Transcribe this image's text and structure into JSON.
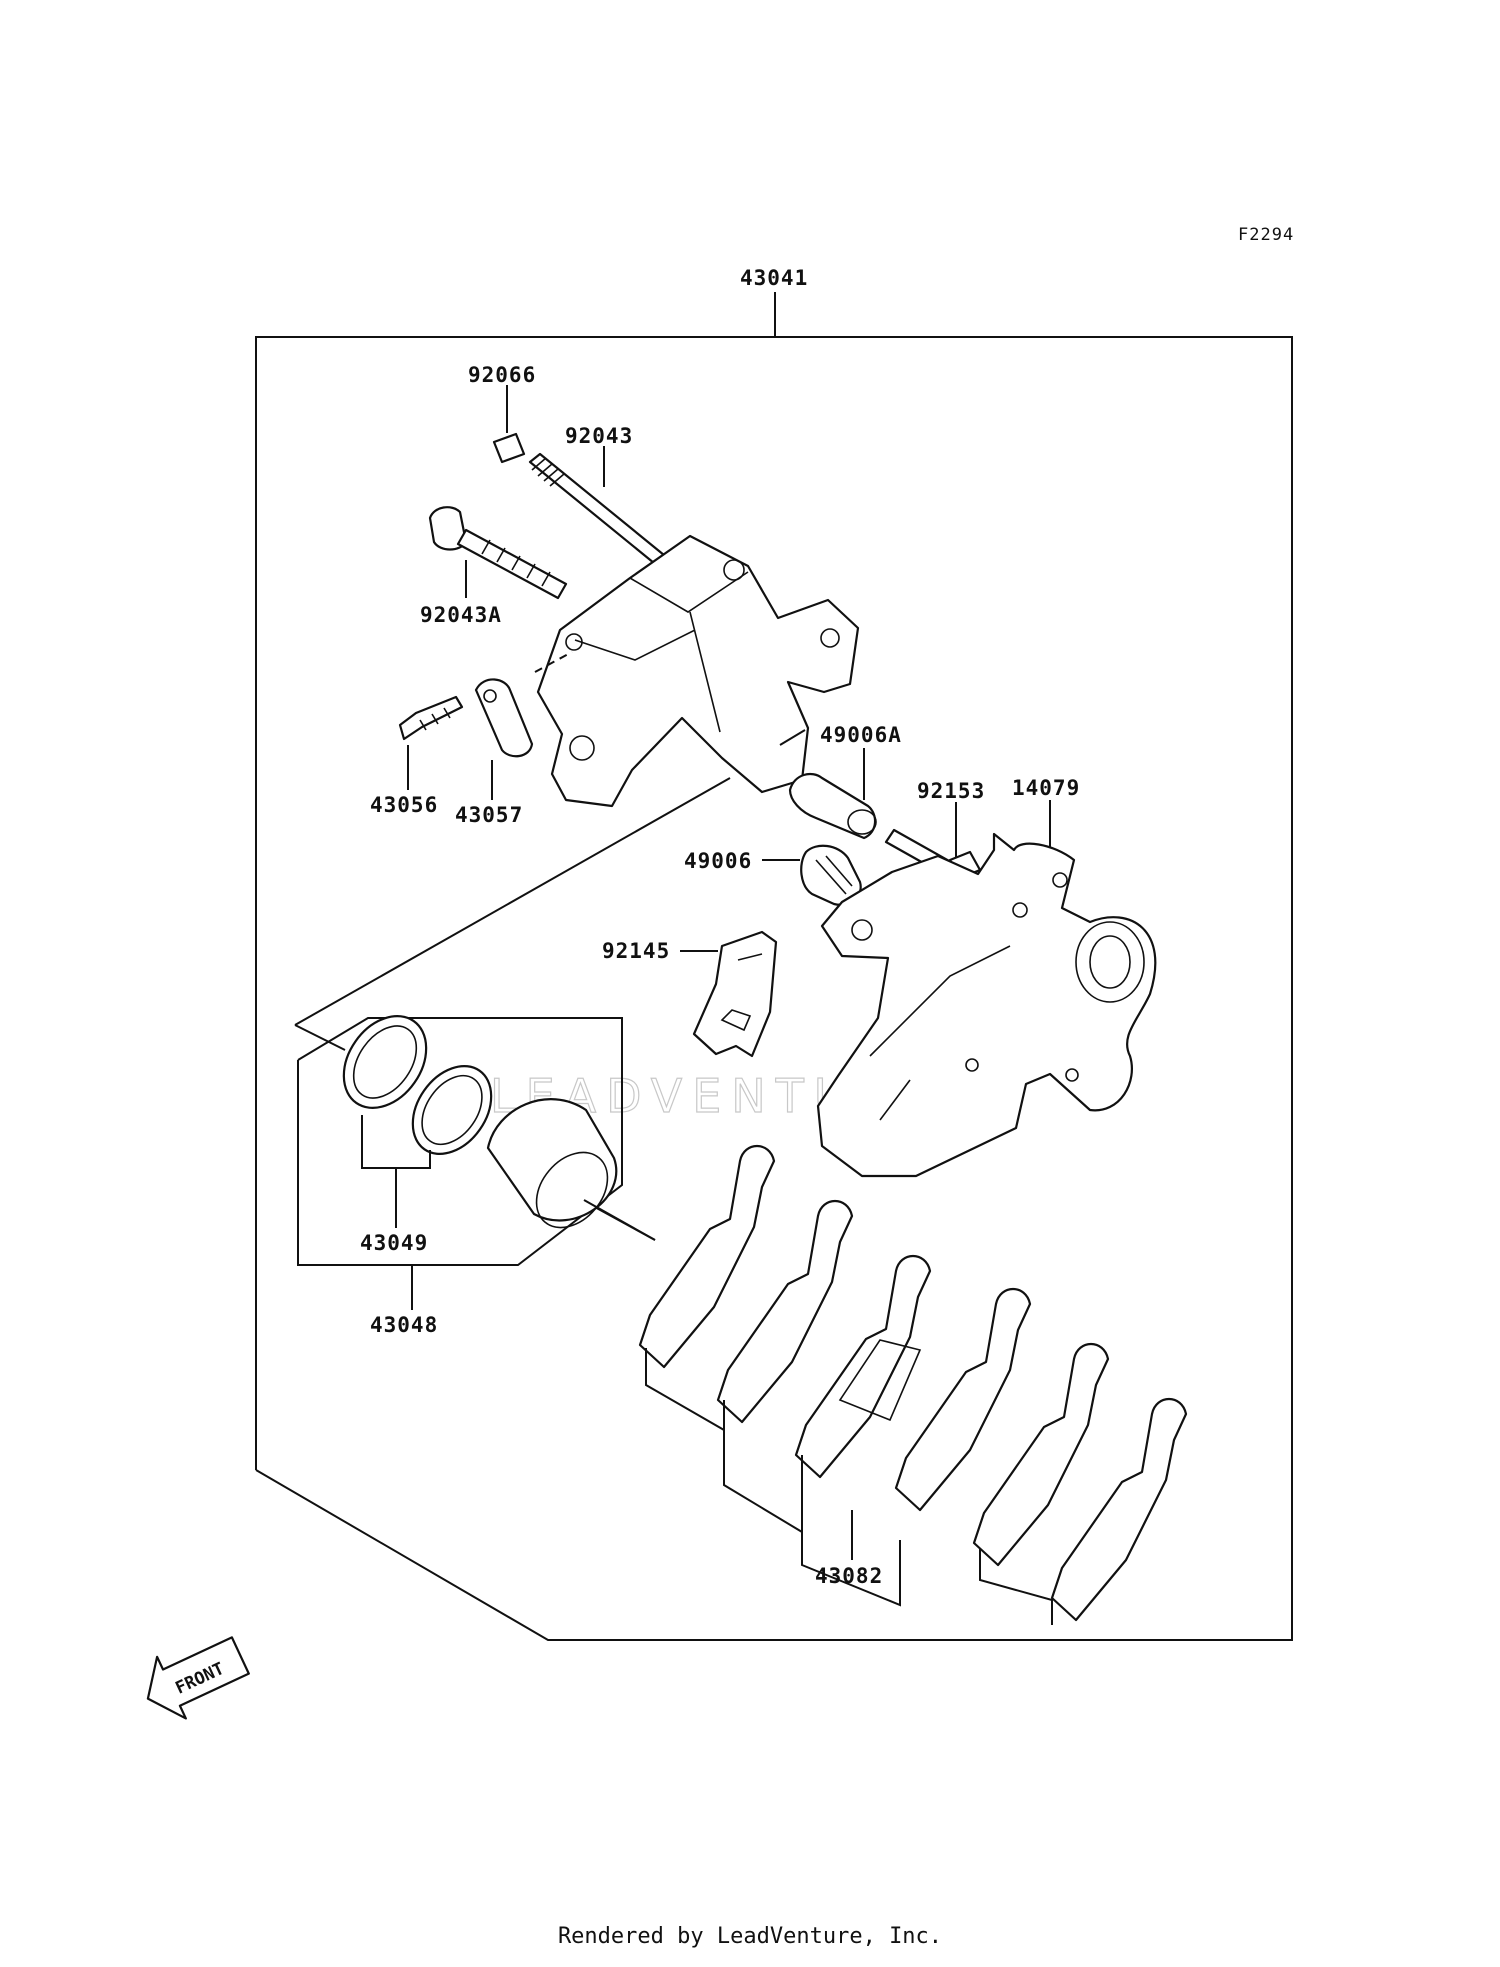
{
  "figure_code": "F2294",
  "watermark": "LEADVENTURE",
  "front_marker": "FRONT",
  "footer": "Rendered by LeadVenture, Inc.",
  "callouts": {
    "assembly": "43041",
    "cap": "92066",
    "pin": "92043",
    "bolt": "92043A",
    "bleeder": "43056",
    "clip": "43057",
    "boot_a": "49006A",
    "boot": "49006",
    "pin_bracket": "92153",
    "bracket": "14079",
    "spring": "92145",
    "seal": "43049",
    "piston_kit": "43048",
    "pads": "43082"
  }
}
